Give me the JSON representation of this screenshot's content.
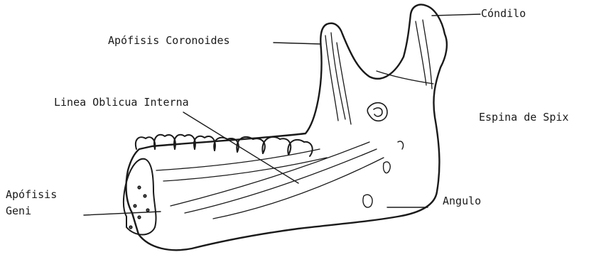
{
  "labels": {
    "condilo": "Cóndilo",
    "apofisis_coronoides": "Apófisis Coronoides",
    "linea_oblicua_interna": "Linea Oblicua Interna",
    "espina_de_spix": "Espina de Spix",
    "apofisis_geni_line1": "Apófisis",
    "apofisis_geni_line2": "Geni",
    "angulo": "Angulo"
  },
  "colors": {
    "ink": "#1a1a1a",
    "background": "#ffffff"
  }
}
